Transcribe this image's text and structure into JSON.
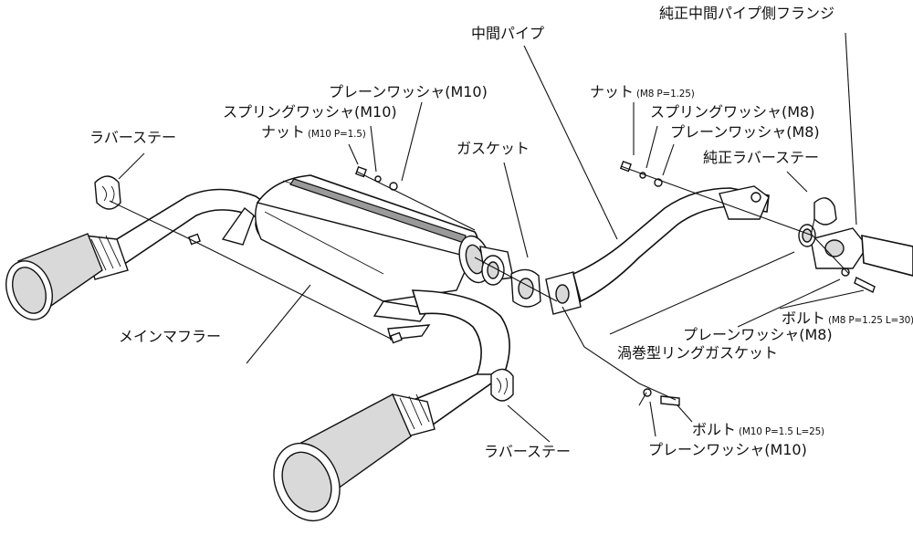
{
  "labels": {
    "main_muffler": "メインマフラー",
    "rubber_stay_left": "ラバーステー",
    "rubber_stay_bottom": "ラバーステー",
    "plain_washer_m10_top": "プレーンワッシャ(M10)",
    "spring_washer_m10": "スプリングワッシャ(M10)",
    "nut_m10": "ナット",
    "nut_m10_spec": "(M10 P=1.5)",
    "gasket": "ガスケット",
    "center_pipe": "中間パイプ",
    "oem_center_pipe_flange": "純正中間パイプ側フランジ",
    "nut_m8": "ナット",
    "nut_m8_spec": "(M8 P=1.25)",
    "spring_washer_m8": "スプリングワッシャ(M8)",
    "plain_washer_m8_top": "プレーンワッシャ(M8)",
    "oem_rubber_stay": "純正ラバーステー",
    "bolt_m8": "ボルト",
    "bolt_m8_spec": "(M8 P=1.25 L=30)",
    "plain_washer_m8_bottom": "プレーンワッシャ(M8)",
    "spiral_ring_gasket": "渦巻型リングガスケット",
    "bolt_m10": "ボルト",
    "bolt_m10_spec": "(M10 P=1.5 L=25)",
    "plain_washer_m10_bottom": "プレーンワッシャ(M10)"
  }
}
